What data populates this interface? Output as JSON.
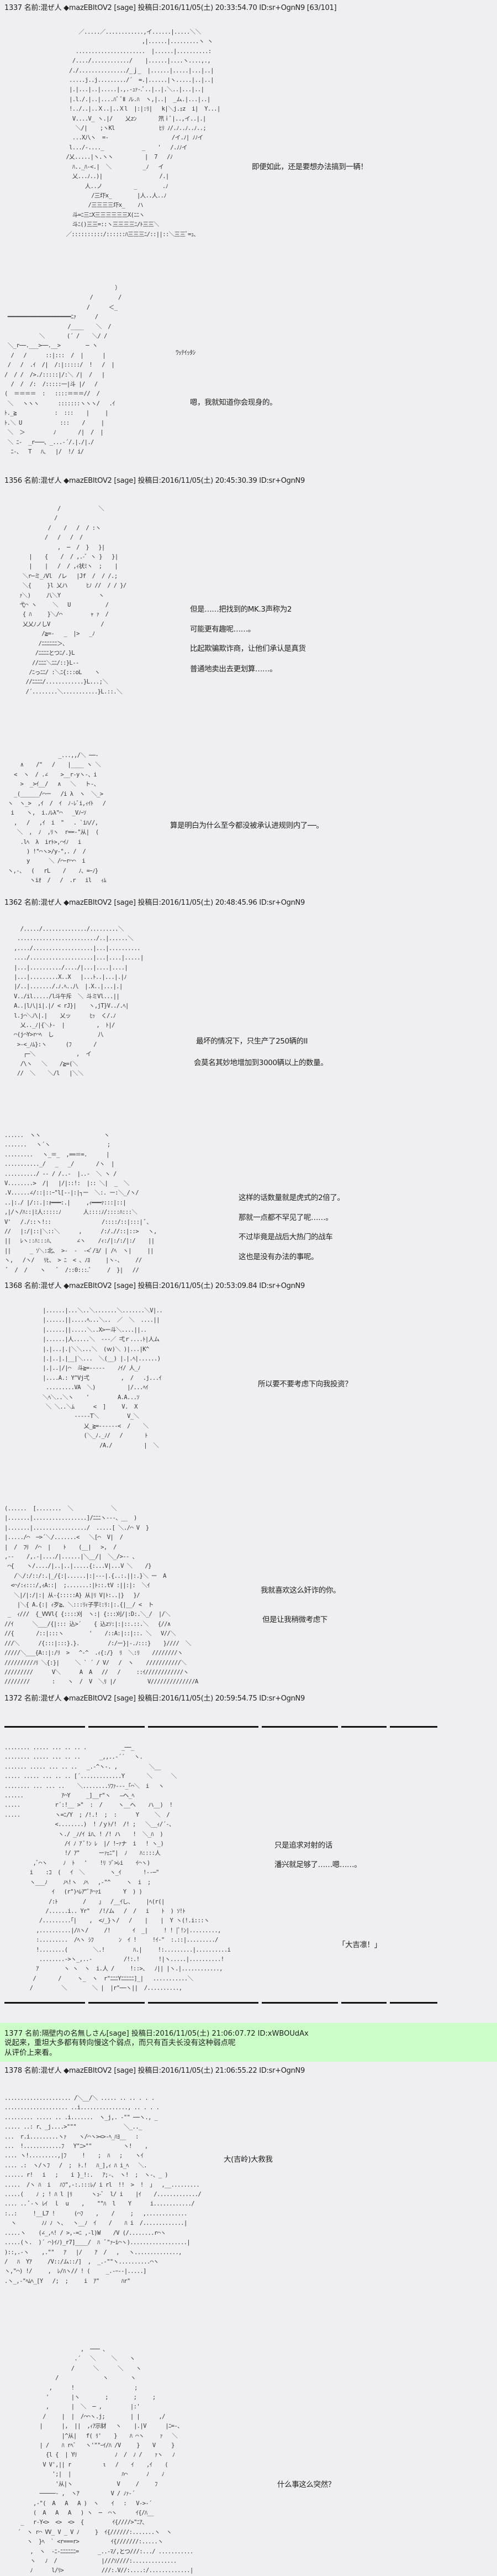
{
  "posts": [
    {
      "header": "1337 名前:混ぜ人 ◆mazEBItOV2 [sage] 投稿日:2016/11/05(土) 20:33:54.70 ID:sr+OgnN9 [63/101]",
      "lines": [
        "即便如此，还是要想办法搞到一辆！"
      ]
    },
    {
      "header": "",
      "sfx": "ﾜｯﾃｲｯﾀｼ",
      "lines": [
        "嗯，我就知道你会现身的。"
      ]
    },
    {
      "header": "1356 名前:混ぜ人 ◆mazEBItOV2 [sage] 投稿日:2016/11/05(土) 20:45:30.39 ID:sr+OgnN9",
      "lines": [
        "但是……把找到的MK.3声称为2",
        "可能更有趣呢……。",
        "比起欺骗欺诈商，让他们承认是真货",
        "普通地卖出去更划算……。"
      ]
    },
    {
      "header": "",
      "lines": [
        "算是明白为什么至今都没被承认进规则内了──。"
      ]
    },
    {
      "header": "1362 名前:混ぜ人 ◆mazEBItOV2 [sage] 投稿日:2016/11/05(土) 20:48:45.96 ID:sr+OgnN9",
      "lines": [
        "最坏的情况下，只生产了250辆的II",
        "会莫名其妙地增加到3000辆以上的数量。"
      ]
    },
    {
      "header": "",
      "lines": [
        "这样的话数量就是虎式的2倍了。",
        "那就一点都不罕见了呢……。",
        "不过毕竟是战后大热门的战车",
        "这也是没有办法的事呢。"
      ]
    },
    {
      "header": "1368 名前:混ぜ人 ◆mazEBItOV2 [sage] 投稿日:2016/11/05(土) 20:53:09.84 ID:sr+OgnN9",
      "lines": [
        "所以要不要考虑下向我投资？"
      ]
    },
    {
      "header": "",
      "lines": [
        "我就喜欢这么奸诈的你。",
        "但是让我稍微考虑下"
      ]
    },
    {
      "header": "1372 名前:混ぜ人 ◆mazEBItOV2 [sage] 投稿日:2016/11/05(土) 20:59:54.75 ID:sr+OgnN9",
      "lines": [
        "只是追求对射的话",
        "潘兴就足够了……嗯……。",
        "「大吉凛！」"
      ]
    },
    {
      "header": "1377 名前:隔壁内の名無しさん[sage] 投稿日:2016/11/05(土) 21:06:07.72 ID:xWBOUdAx",
      "lines": [
        "说起来，重坦大多都有转向慢这个弱点，而只有百夫长没有这种弱点呢",
        "从评价上来看。"
      ],
      "highlight_color": "#ccfdc8"
    },
    {
      "header": "1378 名前:混ぜ人 ◆mazEBItOV2 [sage] 投稿日:2016/11/05(土) 21:06:55.22 ID:sr+OgnN9",
      "lines": [
        "大(吉岭)大救我"
      ]
    },
    {
      "header": "",
      "lines": [
        "什么事这么突然？"
      ]
    }
  ],
  "ascii_art": {
    "a1": "      ／.....／............,イ......|.....＼＼\n                          ,|......|.........ヽ ヽ\n     ......................  |......|..........:\n    /..../............/    |......|....ヽ....,.,\n   /./.............../_ｊ_  |......|.....|...|..|\n   .....j..j........./´  =.|......|ヽ.....|..|..|\n   |.|...|..|.....|.,.-ｭｧ-.ﾞ..|..|.＼..|...|..|\n   |.l./.|..|....ﾊﾞ ﾞⅡ ﾉﾚ.ﾊ  ヽ,|..|  _ム.|...|..|\n   !../..|..Ｘ..|..Ｘl  |:|:ﾘ|   k|＼j.ｪz  i|  Y...|\n    V....V_ ヽ.|/    乂zﾝ       笊ｉﾞ|..,イ..|.|\n     ＼/|    ;ヽKl              ﾋﾘ ﾉ/.ﾉ..ﾉ..ﾉ..;\n    ...X八ヽ  =-                    /イ.ﾉ| ﾉﾉイ\n   l.../-...._            _    '   /.ﾉﾉイ\n  /乂.....|ヽ.ヽヽ          |  7   /ﾉ\n    ﾊ.._ﾊ-<.|  ＼          _ﾉ   イ\n    乂...ﾉ..)|                  /.|\n        人..ノ          _        .ﾉ\n          /三圷x_        |人..人..ﾉ\n         /三三三三圷x_    ハ\n    斗=ﾆ三ﾆX三三三三三三X(ﾆﾆヽ\n    斗ﾆ()三三=::ヽ三三三三ﾆ/ﾄ三三＼\n  ／::::::::::/::::::ﾊ三三三ﾆ/::||::＼三三ﾞ=ｭ、",
    "a2": "                                   ）\n                           /        /\n                          /      ＜_\n ━━━━━━━━━━━━━━━━━━━━ﾆｧ      /\n                    /____    ＼  /\n           ＼       (´ /    ＼/ /\n ＼_r──.___>──.__>        ─ ヽ\n  /   /      ::|:::  /  |      |\n /   /  .ｲ  /|  /:|:::::/  !   /  |\n/  / /  />./:::::|/:＼ /|  /   |\n  /  /  /:  /:::::一|斗 |/   /\n(  ＝＝＝＝  :   ::::＝＝＝//  /\n ＼   ヽヽヽ      :::::::ヽヽヽ/   .ｲ\nﾄ._≧            :  :::    |     |\nﾄ.＼ U            :::    /     |\n ＼  ＞         ﾉ       /|  /  |\n ＼ ﾆ-  _r───、_...-´/.|./|./\n  ﾆ-、  T   ﾊ、  |/  !/ i/",
    "a3": "               /            ＼\n              /\n            /    /   /  / :ヽ\n           /   /   /  /\n               ,  ─  /  }   }|\n      |    {    /  / ,.-ﾞ ヽ }   }|\n      |    |   /  / ,ｨ状ﾐヽ  ;    |\n    ＼r─ミ_ﾉVl  /レ   |Jf  /  / /.;\n    ＼{     }l 乂ハ      ﾋﾉ //  / / }/\n   ｧ＼)     八＼Y            ヽ\n   弋⌒ ヽ     ＼   U           /\n    { ﾊ     }＼/⌒         ｬ ｧ  /\n    乂乂ﾉノしV                /\n          /≧=-   _  |>   _ﾉ\n         /ﾆﾆﾆﾆﾆﾆ＞、\n        /ﾆﾆﾆﾆとつﾆ/.}L\n       //ﾆﾆﾆ＼ﾆﾆ/::}L--\n      /ﾆっﾆﾆ/ :＼ﾆ{:::oL    ヽ\n     //ﾆﾆﾆﾆ/............}L...;＼\n     /´........＼...........}L.::.＼",
    "a4": "                 _...,,/＼ ──-\n     ∧    /\"   /    |____ ヽ ＼\n   <  ヽ  / .∠    >__r-yヽ-、i\n     >  _>ｲ__/   ∧   ＼   ト-、\n   _(______/⌒ー   /i λ  ヽ  ＼_>\n ヽ  ヽ_>  ,ｲ  /  ｲ  ﾉ-ﾚﾞi,ｨｲﾄ   /\n  i    ヽ,  i.ﾉﾚλ\"⌒   _Vﾉｰｿ\n   ,   /   ,ｲ  i  \"   . `iﾊ//,\n    ＼  ,  ﾉ  ,ﾘヽ  r==-\"从|  (\n     .lﾍ  λ  irﾄ>,⌒ｲﾉ   i\n       ) !\"⌒ヽ>/y-\",. /  /\n       y      ＼ /⌒ｰr⌒⌒  i\n ヽ,-、  (   rL    /    ﾉ、=ｰﾉ}\n        ヽiｵ  /   /  .r   il   ｨﾑ",
    "a5": "     /...../............../.........＼\n    ........................./..|......＼\n   ,..../...................|...|..........\n   ..../....................|...|....|.....|\n   |...|........../..../|...|....|....|\n   |...|.........X..X   |...ﾄ..|...|.|ﾉ\n   |/..|......./.ﾉ.ﾍ..八  |.X..|...|.|\n   V../il...../l斗午斥  ＼ 斗ミVl...||\n   A..|l八|i|.|/ < rJ}|    ヽ,jT}V../.ﾍ|\n   l.j⌒＼ﾉ\\|.|    乂ッ      ﾋｯ  く/.ﾉ\n     乂.._ﾉ|{＼ﾄ-  |          ,  ﾄ|/\n   ⌒(j⌒Y>r⌒ﾍ  し              八\n    >-<_ﾉﾑ}:ヽ      (ﾌ       /\n      ┌─＼             ,  イ\n     /\\ヽ   ＼    /≧=(＼\n    //  ＼    ＼/l   |＼＼",
    "a6": "......  ヽヽ                    ヽ\n.......   ヽ´ヽ                  ;\n.........   ヽ_＝_  ,==＝=.      |\n..........._/   _   _/       /ヽ  |\n........../ -- / /..-  |..-  ＼ ヽ /\nV........>  /|   |/|::!:  |:: ＼|  _  ＼\n.V......∠/::|::ｰ\"l[--|:|┐ー  ＼:. ー:＼_/ヽ/\n..|:./ |/::.|:ｫ━━━:.|     ,ｨ━━━ｧ:::|::|\n,|/ヽ/ﾊ::|ﾐ人:::::ﾉ       人::::ﾉ/::::ﾊ:::＼\nV'   /./::ヽ!::                /::::/::|:::| ﾞ、\n//   |:/|::|＼::＼      ,      /:/.//::|::>   ヽ,\n||   ﾚヽ::ﾊ:::ﾊ、       ∠ヽ    /ｨ:/|:/:/|:/    ||\n||      _ ｿ＼:北、 >-  -  -<ﾞ/ﾖ/ | /ﾍ  ヽ|     ||\nヽ,   /ヽ/   ﾘﾋ、 > ﾆ  < 、ﾉﾖ     |ヽ-、    //\n ﾞ  /  /    ヽ    ﾞ  /::0:::.ﾞ     /  }|   //",
    "a7": "   |......|...＼..＼.......＼.......＼V|..\n   |......||.....ﾍ...＼..  ／  ＼  ....||\n   |......||.....＼..X>ー斗＼....||..\n   |......|人.....＼  ---／ 弌ｒ....ﾄ|人ム\n   |.|...|.|＼＼...＼  (ｗ)＼ )|...|K^\n   |.|..|.|__|＼...  ＼(__) |.|.ﾍ|......)\n   |.|..|/|⌒  斗≧=-----    ﾉｲ/ 人_ﾉ\n   |....A.: Y^Vj弌          ,  /   .j...ｲ\n    .........VA  ＼)          |/...ﾍｲ\n   ＼ﾍ＼..＼ヽ    '         A.A...ｿ\n    ＼ ＼..＼ﾑ      <  ]     V.  X\n             -----T＼         V_＼\n                乂_≧=------<  /    ＼\n                (＼_ﾉ._ﾉ/   /       ﾄ\n                     /A./          |  ＼",
    "a8": "(......  [........  ＼            ＼\n|.......|.................]/ﾆﾆﾆヽ---、__  )\n|.......|................./  .....[ ＼./⌒ V  }\n|...../⌒  ─>´＼/.......<   ＼[⌒  V|  /\n|  /  ﾌﾘ  /⌒  |    ﾄ    (__|   >,  /\n,--    /,.-|..../|......|＼__/|  ＼_/>-- 、\n ⌒{    ヽ/..../|..|..|.....{:...V|...V ＼    /}\n   /＼/:/::/:.|_/{:|......|:|---|.{..:.||:.}＼ ー  A\n  <⌒/:ｨ:::/,ｨA::|  ;.......:|ﾄ::.tV :||:|:  ＼ｲ\n   ＼|/|:/|:| 从-{:::::A} 从|ﾘ V|ﾄ:..|}   }/\n    |＼{ A.{:| ｨ歹≧、＼:::ﾘｨ子芋ﾐ:ﾘ:|:.{|__/ <  ト\n _  ｨ///  {_VVVl{ {::::刈  ヽ:| {:::刈/|:D:.＼_/  |/＼\n//ｲ      ＼___/{|::: 込>´    { 込zｿ:|:|::.::.＼   {//∧\n//{       /::|:::ヽ        '    /::A:|::|::. ＼   V//＼\n///＼      /{:::|:::}.}.         /:/ー}|-.ﾉ:::}    }////  ＼\n/////＼___{A::|:/ﾘ  >   ^-^  .ｨ{:/}  ﾘ  ＼:ﾘ    ////////ヽ\n/////////ﾉﾘ ＼{:}|     ＼ ` ´ / V/   /  ヽ    ///////////＼\n/////////      V＼      A  A   //   /     ::ｲ////////////ヽ\n////////       :    ヽ  /  V  ＼ﾘ |/          V//////////////A",
    "a9": "........ ..... ... .. .. .           _──_\n........ ..... ... .. ..      _,,..-´´   ヽ.\n....... ..... ... .. ..   _.-^ヽ-. ,          ＼__\n..... ..... ... .. .. [´.............Y       ＼      ＼\n........ ... ... ..    ＼........ｿﾌｧ---_｢⌒＼  i   ヽ\n......            ｱ⌒Y     _]__r\"ヽ   ―ヘ_ﾍ\n.....           r´:!__ >\"  :  /     ヽ__ヘ    ハ__)  !\n.....           ヽ=ﾆ/Y  ; /!.!  ;  :      Y     ＼  /\n                <........)  ! /ｙﾄ/!  /! ;   ＼__ｨ/´-、\n                 ヽ./ _ﾉ/ｲ iﾊ、! /! ハ    !  ＼_ﾊ  )\n                   /ｲ ﾉ ｱ ﾞ!ﾝ ﾚ  |/ !ｰｧナ  i   ! ヽ_)\n                   !/ ｱ\"      ーｧｪﾆ\"|  ﾉ    ﾊ::::人\n         ,ﾞ⌒ヽ     ﾉ  ﾄ   '    !ﾘ ｿﾞ>ﾚi    ｲ⌒ヽ)\n        i    :ｺ  (   ｲ  ＼        ヽ_ｲ       !--─\"\n        ヽ___ﾉ     ﾉﾍ!ヽ  ﾉﾍ   ,-\"^     ヽ  i  ;\n               ｲ   (r\")ﾍﾚｱ\"ﾞｱ⌒ｧi       Y  ) )\n              /:ﾄ        /    」  /__ｲし、    |ﾍ(r(|\n             /......i.. Yr\"   /!/ム   /  /   i    ﾄ  ) ｿ!ﾄ\n           /.........｢|    ,  <ﾉ_}ヽ/   /    |    |  Y ヽ(!.i:::ヽ\n          ,..........|/ﾊヽ/     /!       ｲ  _|     ! ! |ﾞ!ﾝ|.........,\n          :.........  /ﾍヽ ｼﾌ        ﾝ  ｲ !     !ｲ-\"  :.::|........./\n          !........(        ＼.!         ﾊ.|     !:.........|..........i\n           ........->ヽ_,..-          /!:.!      !|ヽ.....|..........!\n          ｱ        ヽ ヽ  ヽ  i.人 /     !::>、  ﾉ|| |ヽ.|............,\n         /       /     ヽ_  ヽ  r\"ﾆﾆﾆYﾆﾆﾆﾆﾆ]_|   ...........＼\n        /         ＼        ＼ |  |r\"──ヽ||  /..........,",
    "a10": "..................... /＼__/＼ ..... .. .. . . .\n.................... ..i..............., .. . . .\n......... ..... .. .i.......  ヽ_j,. -\"\" ──ヽ., _\n..... ..: r、_j....>\"\"\"               ＼_.._\n...  r.i.........ヽｧ    ヽ/⌒ヽ><>-ﾍ_ﾊﾖ__   :\n...  !............ﾌ   Y\"ﾆ>\"\"          ヽ!    ,\n.... ヽ!.........,|ﾌ     !    ;  ﾊ   ;    ヽｲ\n.... .:  ヽ/ヽﾌ   /  ;  ﾄ.!   ﾊ_],ｨ ﾊ i_ﾍ   ＼.\n...... r!   i   ;    i }_!:.   ｱ;-、 ヽ!  ;  ヽ-、_ )\n.....  /ヽ ﾊ  i   ﾊﾌ\",-:.:::ﾚ/ i rl  !!  >  !  」  ,__.........\n.....(    ﾉ ; ! ﾊ l |ﾘ      ヽｭ-ﾞ  l/ i    |ｲ    /............./\n.... .. ﾞ-ヽ ﾚｲ  ｌ  u    ,    \"\"ﾊ  l    Y      i............/\n:..:     !__L7 !      (⌒ﾌ    ,    /     ;   ,.............\n  ヽ        ﾉﾉ ﾉ ヽ、  ヽ__ﾉ  ｲ    /    ﾊ i  /.............|\n.....ヽ    (∠_,ﾍ! / >,-=ﾆ ,-l)W    /V (/........r⌒ヽ\n.....(ヽ.  )´ ⌒)ｲﾉ)_r7]____/  ﾊ  ﾞ\"ｧｰi⌒ヽ)..................|\n)::,.-ヽ    ,.\"\"   ｱ   |/    ｱ  /   ,   ヽ..............,\n/   ﾊ  Yｱ     /V::/ム::/]  ,  _.-\"\"ヽ..........⌒ヽ\nヽ,\"⌒) !/     ,  ﾚ/ﾊヽ// ! (     _.-ｰ--|.....]\n.ヽ_,-\"ﾍﾑﾍ_[Y   /;  ;     i  ｱ\"       ﾊr\"",
    "a11": "                      ,  ─── 、\n                    .´   ＼     ＼    ヽ\n                   /      ＼      ＼    ヽ\n              /              ヽ       ヽ\n            ,      !                   ;\n           '       |ヽ        ;        ;     ;\n           ,       |  ＼  ─ ,         |:'\n          /     |  |  /⌒⌒ヽ.j;        | |      ,/\n         |      |,  ||  ,ｨｱ示豺   ヽ    |.|V      |ﾆ=-、\n                |^从|   f( ﾘ'    }    ﾊ ⌒ヽ     ｧ   ＼\n         | /    ﾊ rﾍﾞ   ヽ'\"\"ｰｲ/ﾊ /V     }    V     }\n           {l {  | Yﾘ            ﾉ  /  ﾉ /    ｧヽ   ﾉ\n          V V',|| r          ι   /    ｲ    ,ｲ    (\n             ';|  |                ﾊ⌒      ﾉ    ﾉ\n              '从|ヽ              V     /     ﾌ\n         ─────- ,  ヽｱ          V / ﾉｧ-´\n       ,-\"(  A   A   A )  ヽ    ｲ   :   V->-´\n       (  A   A   A   ) ヽ  ─  ⌒ヽ      ｲ{/ﾊ__\n   _   r-Y<>  <>  <>  {         ｲ{////>\"ﾆｱ、\n  ´  ヽ r⌒ VV_ V _ V ﾉ     }  ｲ{//////:.......ヽ  ヽ\n     ヽ  }ﾍ  ` <r===r>          ｲ{///////:.....ヽ\n      ,  ヽ  -ﾆ-ﾆﾆﾆﾆﾆﾆ=      _..-ﾏ/,とつ///:.../ ...........\n      ヽ   ﾉ  /              |///ｿ////:..............\n      ﾉ      l/ﾘ>            ///:.V//:....:/.............|"
  },
  "colors": {
    "page_bg": "#efeef0",
    "highlight_bg": "#ccfdc8",
    "text": "#222222",
    "divider": "#111111"
  }
}
